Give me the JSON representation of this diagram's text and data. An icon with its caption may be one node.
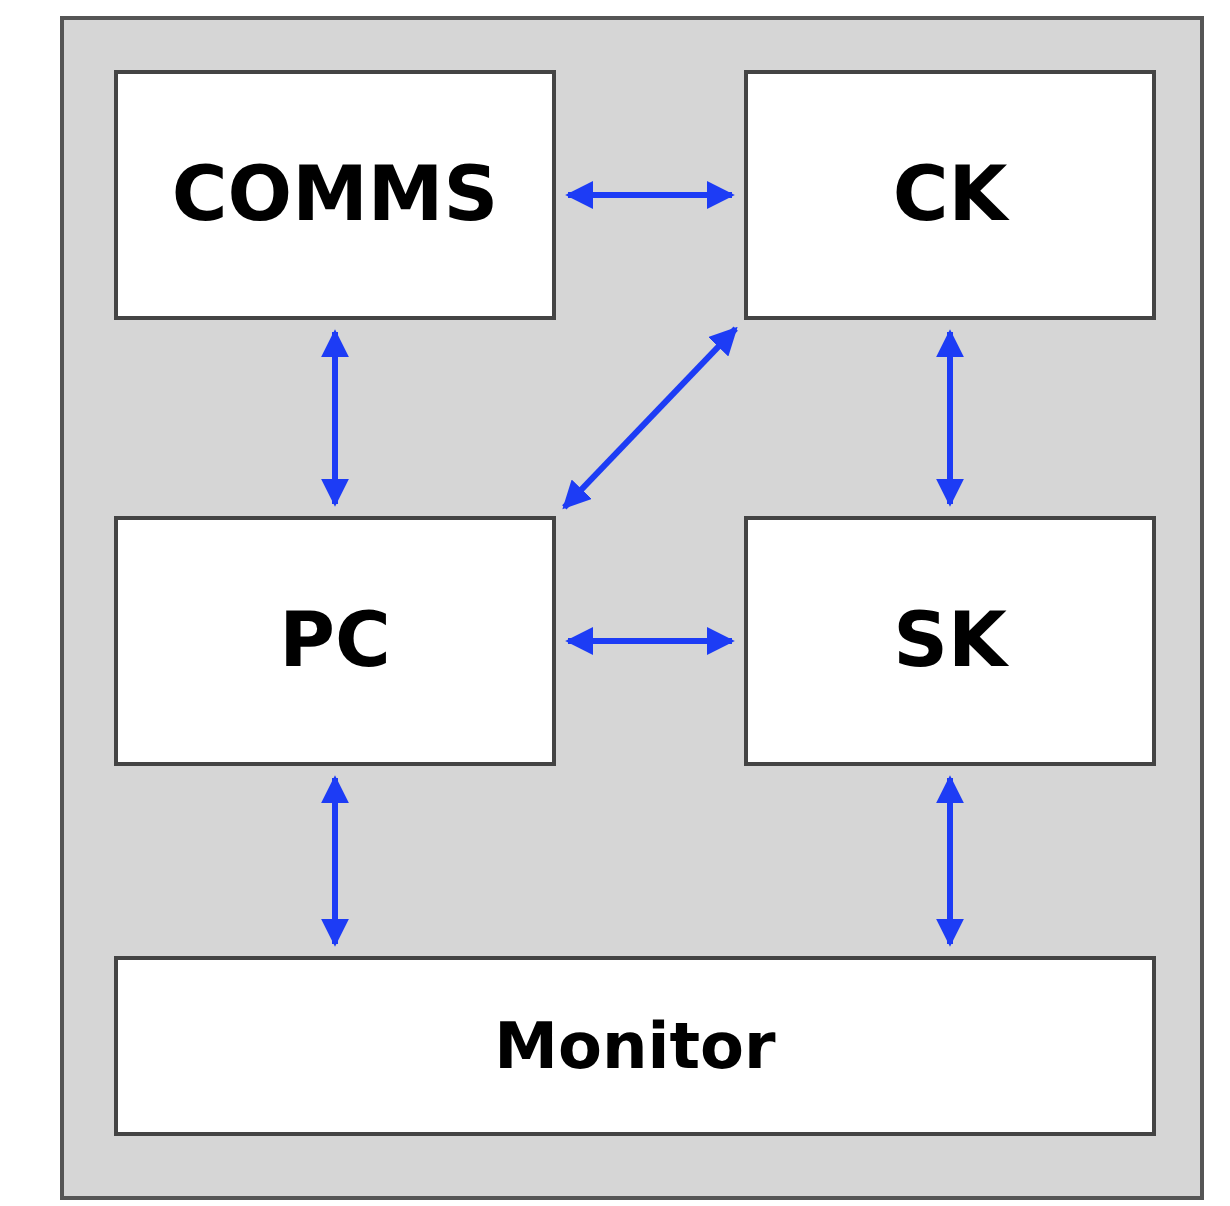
{
  "diagram": {
    "nodes": [
      {
        "text": [],
        "shape": "box"
      },
      {
        "text": [
          "COMMS"
        ],
        "in": 0
      },
      {
        "text": [
          "CK"
        ],
        "in": 0
      },
      {
        "text": [
          "PC"
        ],
        "in": 0
      },
      {
        "text": [
          "SK"
        ],
        "in": 0
      },
      {
        "text": [
          "Monitor"
        ],
        "in": 0
      }
    ],
    "edges": [
      {
        "from": 1,
        "to": 2,
        "arrow": "both"
      },
      {
        "from": 1,
        "to": 3,
        "arrow": "both"
      },
      {
        "from": 2,
        "to": 4,
        "arrow": "both"
      },
      {
        "from": 2,
        "to": 3,
        "arrow": "both"
      },
      {
        "from": 3,
        "to": 4,
        "arrow": "both"
      },
      {
        "from": 3,
        "to": 5,
        "arrow": "both"
      },
      {
        "from": 4,
        "to": 5,
        "arrow": "both"
      }
    ]
  }
}
